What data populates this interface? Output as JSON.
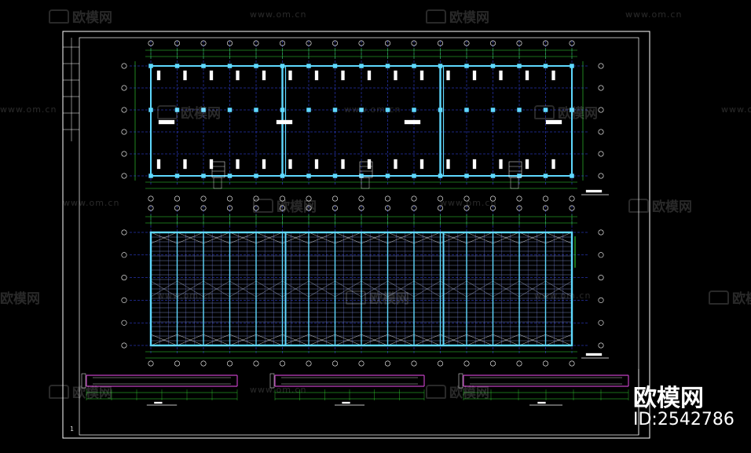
{
  "watermarks": {
    "url": "www.om.cn",
    "logo": "欧模网"
  },
  "brand": {
    "name": "欧模网",
    "id": "ID:2542786"
  },
  "sheet": {
    "page_number": "1"
  },
  "colors": {
    "background": "#000000",
    "frame": "#ffffff",
    "grid_axis": "#3a4dff",
    "column": "#5fd9ff",
    "dimension": "#35e035",
    "annotation": "#ffffff",
    "beam": "#c040c0"
  },
  "beam_details": [
    {
      "name": "",
      "label": ""
    },
    {
      "name": "",
      "label": ""
    },
    {
      "name": "",
      "label": ""
    },
    {
      "name": "",
      "label": ""
    }
  ]
}
